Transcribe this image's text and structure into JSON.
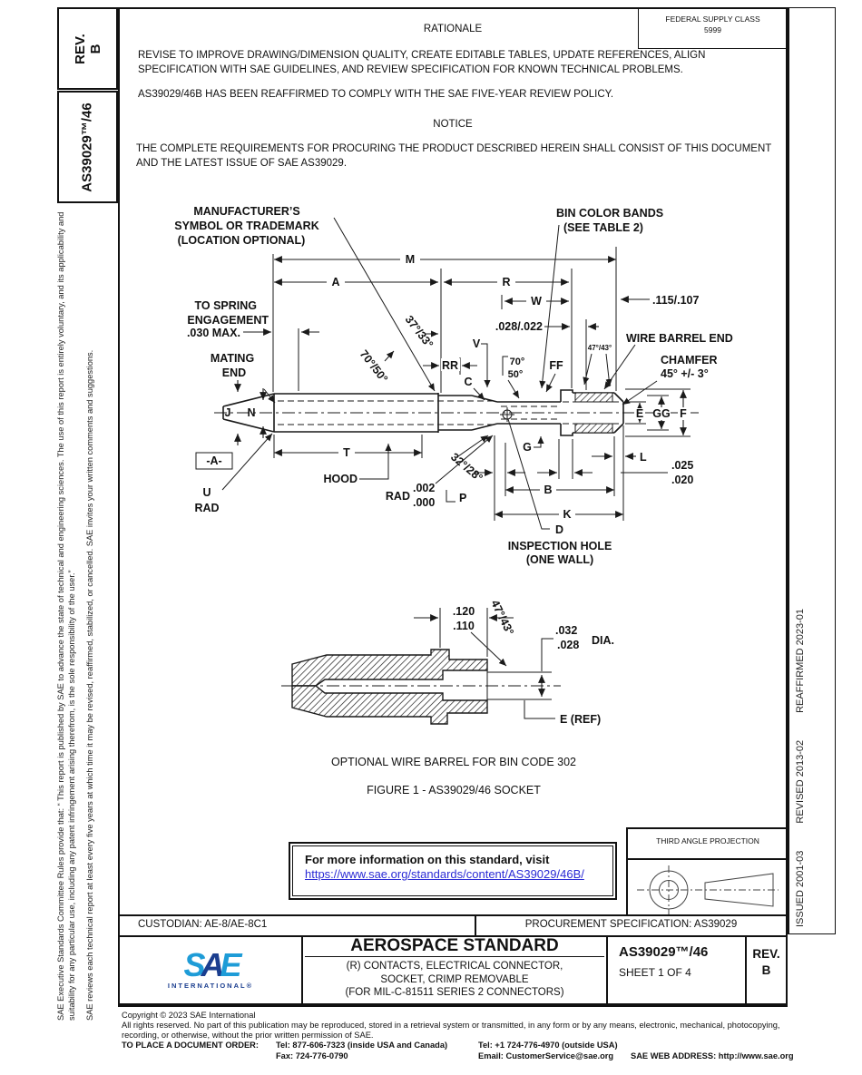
{
  "colors": {
    "link": "#2B2BD5",
    "sae_light": "#1E9CD7",
    "sae_dark": "#1B3E8F",
    "ink": "#111111"
  },
  "margins": {
    "rev_label": "REV.",
    "rev_value": "B",
    "doc_number": "AS39029™/46",
    "legal1": "SAE Executive Standards Committee Rules provide that: “ This report is published by SAE to advance the state of technical and engineering sciences. The use of this report is entirely voluntary, and its applicability and suitability for any particular use, including any patent infringement arising therefrom, is the sole responsibility of the user.”",
    "legal2": "SAE reviews each technical report at least every five years at which time it may be revised, reaffirmed, stabilized, or cancelled. SAE invites your written comments and suggestions.",
    "issued": "ISSUED 2001-03",
    "revised": "REVISED 2013-02",
    "reaffirmed": "REAFFIRMED 2023-01"
  },
  "header": {
    "fsc1": "FEDERAL SUPPLY CLASS",
    "fsc2": "5999",
    "rationale_title": "RATIONALE",
    "rationale_text": "REVISE TO IMPROVE DRAWING/DIMENSION QUALITY, CREATE EDITABLE TABLES, UPDATE REFERENCES, ALIGN SPECIFICATION WITH SAE GUIDELINES, AND REVIEW SPECIFICATION FOR KNOWN TECHNICAL PROBLEMS.",
    "reaffirm_text": "AS39029/46B HAS BEEN REAFFIRMED TO COMPLY WITH THE SAE FIVE-YEAR REVIEW POLICY.",
    "notice_title": "NOTICE",
    "notice_text": "THE COMPLETE REQUIREMENTS FOR PROCURING THE PRODUCT DESCRIBED HEREIN SHALL CONSIST OF THIS DOCUMENT AND THE LATEST ISSUE OF SAE AS39029."
  },
  "fig": {
    "mfr1": "MANUFACTURER’S",
    "mfr2": "SYMBOL OR TRADEMARK",
    "mfr3": "(LOCATION OPTIONAL)",
    "bin1": "BIN COLOR BANDS",
    "bin2": "(SEE TABLE 2)",
    "spring1": "TO SPRING",
    "spring2": "ENGAGEMENT",
    "spring3": ".030 MAX.",
    "mating1": "MATING",
    "mating2": "END",
    "wbe": "WIRE BARREL END",
    "chamfer1": "CHAMFER",
    "chamfer2": "45° +/- 3°",
    "insp1": "INSPECTION HOLE",
    "insp2": "(ONE WALL)",
    "hood": "HOOD",
    "datum": "-A-",
    "u": "U",
    "urad": "RAD",
    "rad": "RAD",
    "rad_hi": ".002",
    "rad_lo": ".000",
    "m": "M",
    "a": "A",
    "r": "R",
    "w": "W",
    "t": "T",
    "b": "B",
    "k": "K",
    "l": "L",
    "p": "P",
    "g": "G",
    "d": "D",
    "v": "V",
    "c": "C",
    "rr": "RR",
    "ff": "FF",
    "j": "J",
    "n": "N",
    "e": "E",
    "gg": "GG",
    "f": "F",
    "d115": ".115/.107",
    "d028": ".028/.022",
    "d025": ".025",
    "d020": ".020",
    "a3733": "37°/33°",
    "a7050": "70°/50°",
    "a70": "70°",
    "a50": "50°",
    "a4743": "47°/43°",
    "a3228": "32°/28°"
  },
  "lower": {
    "l120": ".120",
    "l110": ".110",
    "l4743": "47°/43°",
    "l032": ".032",
    "l028": ".028",
    "ldia": "DIA.",
    "leref": "E (REF)",
    "caption": "OPTIONAL WIRE BARREL FOR BIN CODE 302"
  },
  "figure_caption": "FIGURE 1 - AS39029/46 SOCKET",
  "info_box": {
    "line1": "For more information on this standard, visit",
    "link": "https://www.sae.org/standards/content/AS39029/46B/"
  },
  "projection": {
    "title": "THIRD ANGLE PROJECTION"
  },
  "custodian_row": {
    "custodian": "CUSTODIAN: AE-8/AE-8C1",
    "procurement": "PROCUREMENT SPECIFICATION: AS39029"
  },
  "title_block": {
    "logo_s": "S",
    "logo_a": "A",
    "logo_e": "E",
    "logo_sub": "INTERNATIONAL®",
    "standard_type": "AEROSPACE STANDARD",
    "title1": "(R) CONTACTS, ELECTRICAL CONNECTOR,",
    "title2": "SOCKET, CRIMP REMOVABLE",
    "title3": "(FOR MIL-C-81511 SERIES 2 CONNECTORS)",
    "doc_number": "AS39029™/46",
    "sheet": "SHEET 1 OF 4",
    "rev_label": "REV.",
    "rev_value": "B"
  },
  "footer": {
    "copyright": "Copyright © 2023 SAE International",
    "rights": "All rights reserved. No part of this publication may be reproduced, stored in a retrieval system or transmitted, in any form or by any means, electronic, mechanical, photocopying, recording, or otherwise, without the prior written permission of SAE.",
    "order_label": "TO PLACE A DOCUMENT ORDER:",
    "tel_inside": "Tel: 877-606-7323 (inside USA and Canada)",
    "fax": "Fax: 724-776-0790",
    "tel_outside": "Tel: +1 724-776-4970 (outside USA)",
    "email": "Email: CustomerService@sae.org",
    "web": "SAE WEB ADDRESS: http://www.sae.org"
  }
}
